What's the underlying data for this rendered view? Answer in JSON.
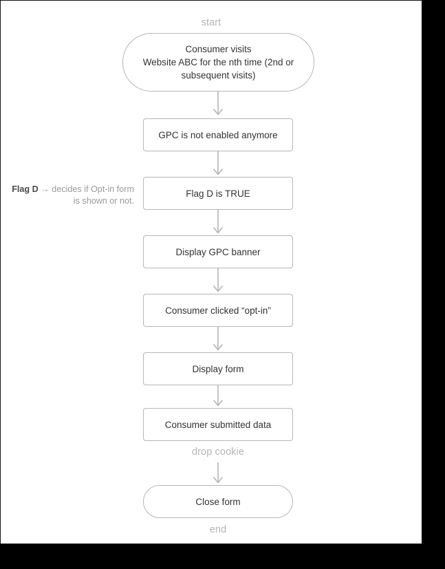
{
  "diagram": {
    "title_label_start": "start",
    "title_label_end": "end",
    "drop_cookie_label": "drop cookie",
    "colors": {
      "node_border": "#b6b6b6",
      "node_text": "#333333",
      "muted_text": "#b5b5b5",
      "connector": "#b6b6b6",
      "annotation_text": "#9a9a9a",
      "annotation_strong": "#4a4a4a",
      "canvas": "#ffffff",
      "page": "#000000"
    },
    "annotation": {
      "strong": "Flag D",
      "rest": " → decides if Opt-in form is shown or not."
    },
    "nodes": [
      {
        "id": "start-node",
        "shape": "terminal",
        "text": "Consumer visits\nWebsite ABC for the nth time (2nd or subsequent visits)"
      },
      {
        "id": "gpc-not-enabled-node",
        "shape": "process",
        "text": "GPC is not enabled anymore"
      },
      {
        "id": "flag-d-true-node",
        "shape": "process",
        "text": "Flag D is TRUE"
      },
      {
        "id": "display-gpc-banner-node",
        "shape": "process",
        "text": "Display GPC banner"
      },
      {
        "id": "consumer-opt-in-node",
        "shape": "process",
        "text": "Consumer clicked “opt-in”"
      },
      {
        "id": "display-form-node",
        "shape": "process",
        "text": "Display form"
      },
      {
        "id": "consumer-submitted-node",
        "shape": "process",
        "text": "Consumer submitted data"
      },
      {
        "id": "close-form-node",
        "shape": "terminal",
        "text": "Close form"
      }
    ]
  }
}
